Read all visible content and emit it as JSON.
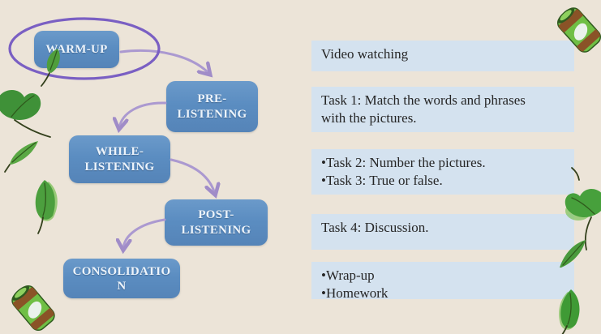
{
  "slide": {
    "background": "#ece4d8",
    "flow": {
      "colors": {
        "box": "#5b8dc1",
        "box_text": "#edf4fb",
        "ellipse": "#7a5fc3",
        "arrow": "#ab99d0"
      },
      "steps": [
        {
          "label": "WARM-UP",
          "lines": [
            "WARM-UP"
          ],
          "highlighted": true
        },
        {
          "label": "PRE-LISTENING",
          "lines": [
            "PRE-",
            "LISTENING"
          ]
        },
        {
          "label": "WHILE-LISTENING",
          "lines": [
            "WHILE-",
            "LISTENING"
          ]
        },
        {
          "label": "POST-LISTENING",
          "lines": [
            "POST-",
            "LISTENING"
          ]
        },
        {
          "label": "CONSOLIDATION",
          "lines": [
            "CONSOLIDATIO",
            "N"
          ]
        }
      ]
    },
    "details": {
      "colors": {
        "bar": "#d4e2ef",
        "text": "#262626"
      },
      "items": [
        {
          "lines": [
            "Video watching"
          ]
        },
        {
          "lines": [
            "Task 1: Match the words and phrases",
            "with the pictures."
          ]
        },
        {
          "lines": [
            "•Task 2: Number the pictures.",
            "•Task 3: True or false."
          ]
        },
        {
          "lines": [
            "Task 4: Discussion."
          ]
        },
        {
          "lines": [
            "•Wrap-up",
            "•Homework"
          ]
        }
      ]
    },
    "decorations": {
      "cans": [
        "can-top-right",
        "can-bottom-left"
      ],
      "leaves": [
        "leaf-left-upper",
        "leaf-left-heart",
        "leaf-left-thin",
        "leaf-left-oval",
        "stem-right-small",
        "leaf-right-heart",
        "leaf-right-curved",
        "leaf-bottom-right"
      ]
    }
  }
}
